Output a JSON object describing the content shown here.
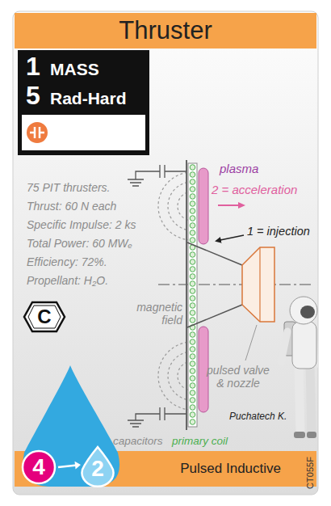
{
  "diagram": {
    "title": "Thruster",
    "nodes": [
      {
        "text": [
          "1",
          "MASS",
          "5",
          "Rad-Hard"
        ]
      },
      {
        "text": [
          "C"
        ]
      },
      {
        "text": [
          "4"
        ]
      },
      {
        "text": [
          "2"
        ]
      },
      {
        "text": [
          "Pulsed Inductive"
        ]
      }
    ],
    "edges": [
      {
        "from": 2,
        "to": 3,
        "arrow": "to"
      }
    ],
    "labels": [
      "75 PIT thrusters.",
      "Thrust: 60 N each",
      "Specific Impulse: 2 ks",
      "Total Power: 60 MWₑ",
      "Efficiency: 72%.",
      "Propellant: H₂O.",
      "plasma",
      "2 = acceleration",
      "1 = injection",
      "magnetic field",
      "pulsed valve & nozzle",
      "capacitors",
      "primary coil",
      "Puchatech K.",
      "CT055F"
    ]
  }
}
